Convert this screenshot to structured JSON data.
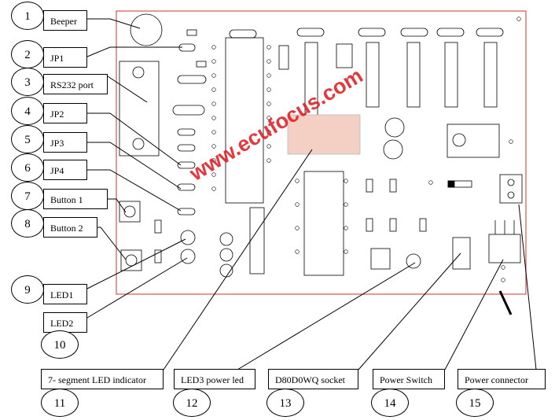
{
  "labels": {
    "beeper": "Beeper",
    "jp1": "JP1",
    "rs232": "RS232 port",
    "jp2": "JP2",
    "jp3": "JP3",
    "jp4": "JP4",
    "button1": "Button 1",
    "button2": "Button 2",
    "led1": "LED1",
    "led2": "LED2",
    "seg": "7- segment LED indicator",
    "led3": "LED3 power led",
    "socket": "D80D0WQ socket",
    "power_switch": "Power Switch",
    "power_connector": "Power connector"
  },
  "numbers": [
    "1",
    "2",
    "3",
    "4",
    "5",
    "6",
    "7",
    "8",
    "9",
    "10",
    "11",
    "12",
    "13",
    "14",
    "15"
  ],
  "watermark": "www.ecufocus.com",
  "colors": {
    "board_outline": "#d9534f",
    "line": "#000000",
    "watermark": "#e1232a",
    "display": "#f3cfc4"
  }
}
